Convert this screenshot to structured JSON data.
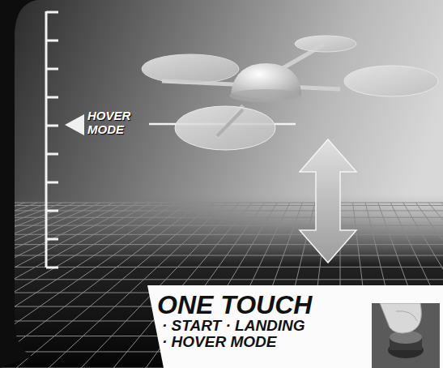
{
  "diagram": {
    "nodes": [
      {
        "text": [
          "ONE TOUCH",
          "· START · LANDING · HOVER MODE"
        ]
      }
    ],
    "labels": [
      "HOVER MODE"
    ]
  }
}
